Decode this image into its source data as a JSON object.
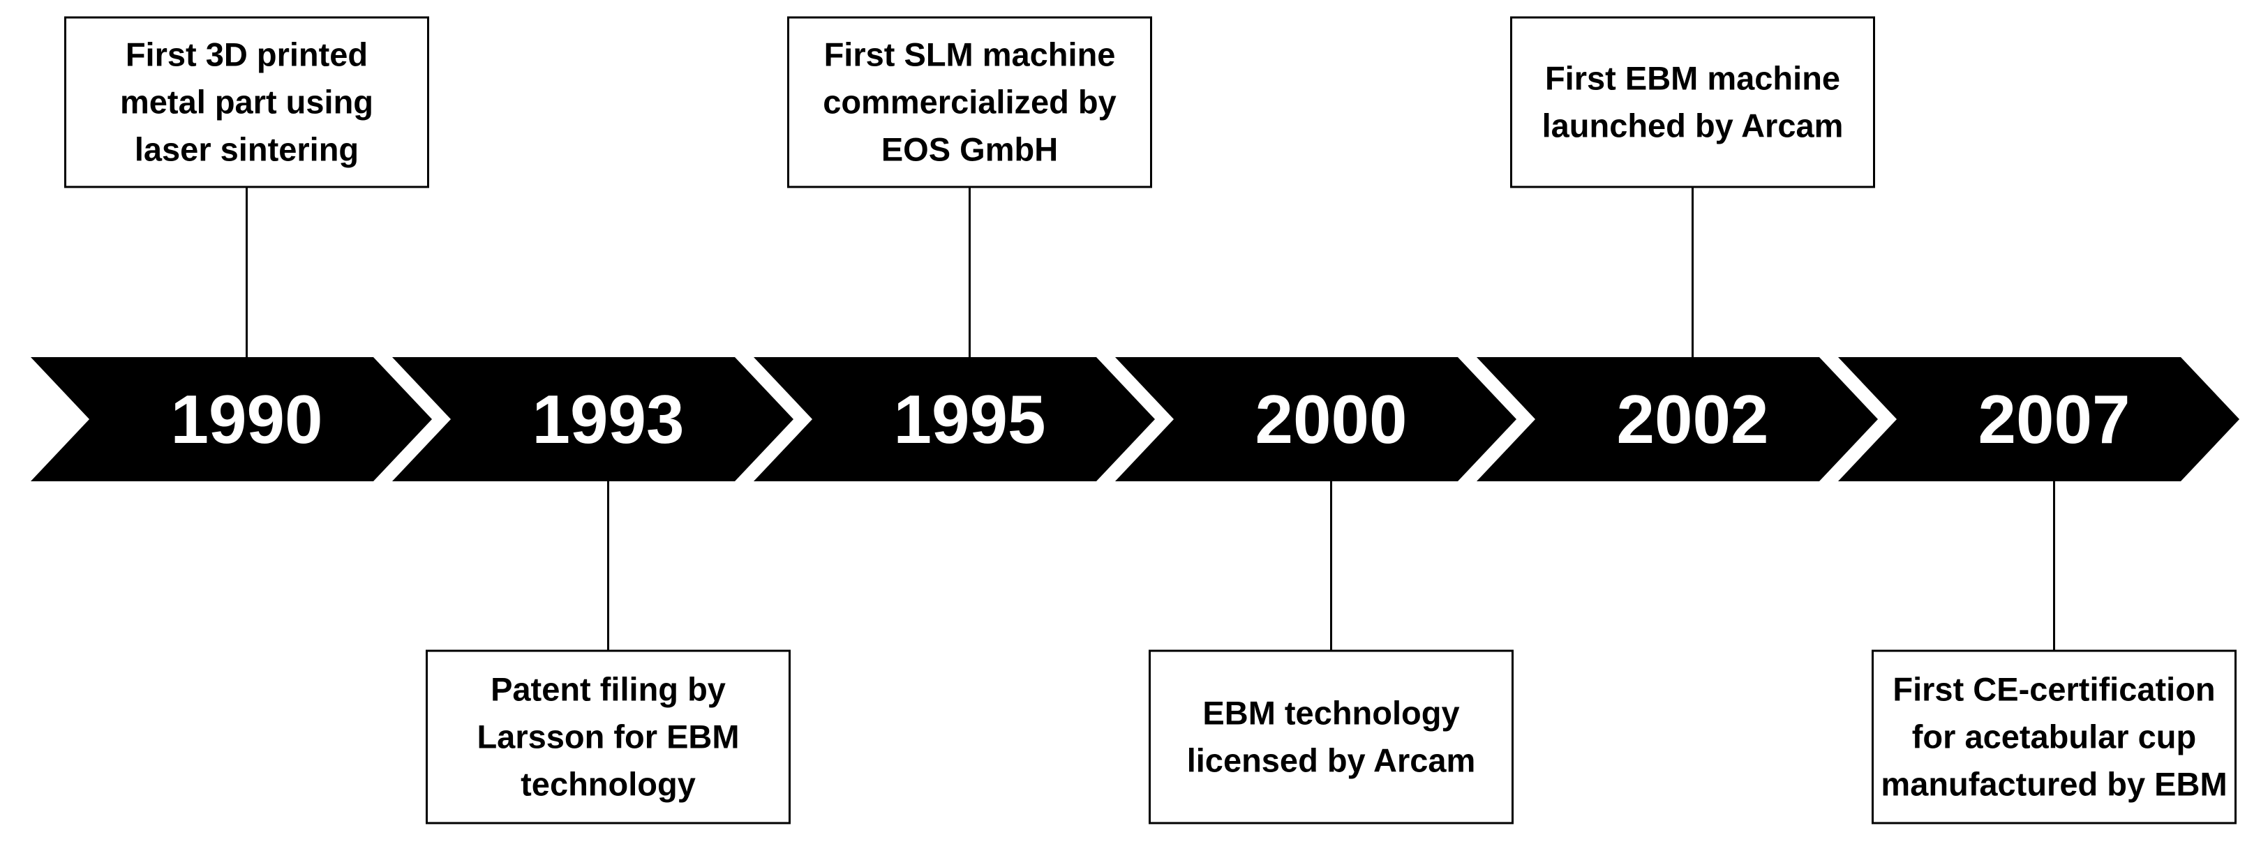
{
  "timeline": {
    "milestones": [
      {
        "year": "1990",
        "position": "above",
        "lines": [
          "First 3D printed",
          "metal part using",
          "laser sintering"
        ]
      },
      {
        "year": "1993",
        "position": "below",
        "lines": [
          "Patent filing by",
          "Larsson for EBM",
          "technology"
        ]
      },
      {
        "year": "1995",
        "position": "above",
        "lines": [
          "First SLM machine",
          "commercialized by",
          "EOS GmbH"
        ]
      },
      {
        "year": "2000",
        "position": "below",
        "lines": [
          "EBM technology",
          "licensed by Arcam"
        ]
      },
      {
        "year": "2002",
        "position": "above",
        "lines": [
          "First EBM machine",
          "launched by Arcam"
        ]
      },
      {
        "year": "2007",
        "position": "below",
        "lines": [
          "First CE-certification",
          "for acetabular cup",
          "manufactured by EBM"
        ]
      }
    ]
  }
}
